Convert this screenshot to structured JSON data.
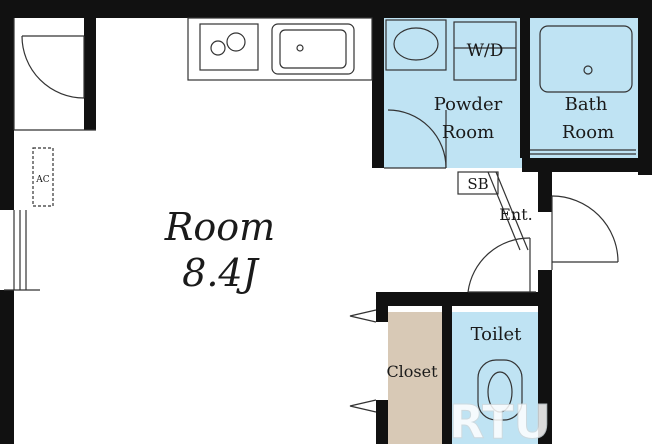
{
  "plan": {
    "room_name": "Room",
    "room_size": "8.4J",
    "wd_label": "W/D",
    "powder_line1": "Powder",
    "powder_line2": "Room",
    "bath_line1": "Bath",
    "bath_line2": "Room",
    "sb_label": "SB",
    "entrance_label": "Ent.",
    "toilet_label": "Toilet",
    "closet_label": "Closet",
    "ac_label": "AC",
    "watermark": "RTU"
  },
  "colors": {
    "wall": "#111111",
    "wet_area": "#bfe3f3",
    "closet": "#d8c9b6",
    "line": "#333333"
  }
}
